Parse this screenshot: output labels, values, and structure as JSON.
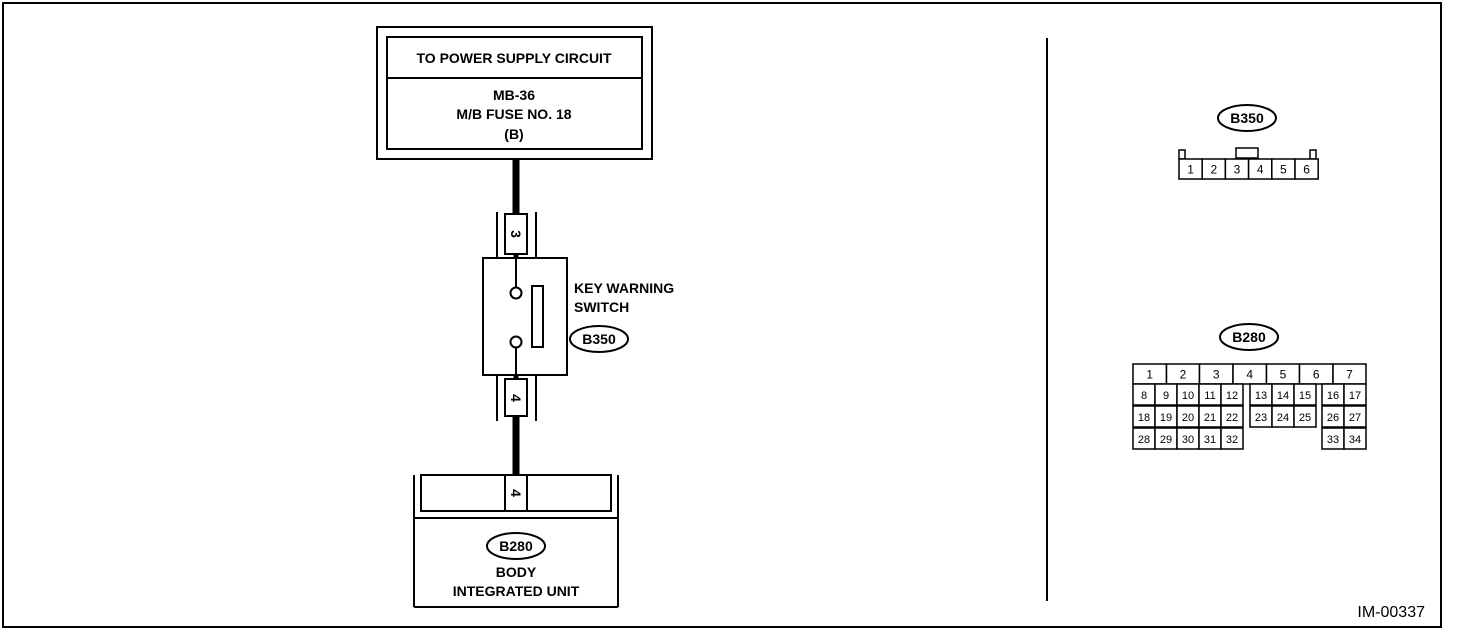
{
  "power_block": {
    "header": "TO POWER SUPPLY CIRCUIT",
    "line1": "MB-36",
    "line2": "M/B FUSE NO. 18",
    "line3": "(B)"
  },
  "switch": {
    "label_line1": "KEY WARNING",
    "label_line2": "SWITCH",
    "connector": "B350",
    "top_terminal": "3",
    "bottom_terminal": "4"
  },
  "unit": {
    "connector": "B280",
    "terminal": "4",
    "line1": "BODY",
    "line2": "INTEGRATED UNIT"
  },
  "b350_face": {
    "connector": "B350",
    "pins": [
      "1",
      "2",
      "3",
      "4",
      "5",
      "6"
    ]
  },
  "b280_face": {
    "connector": "B280",
    "row1": [
      "1",
      "2",
      "3",
      "4",
      "5",
      "6",
      "7"
    ],
    "row2": [
      "8",
      "9",
      "10",
      "11",
      "12",
      "13",
      "14",
      "15",
      "16",
      "17"
    ],
    "row3": [
      "18",
      "19",
      "20",
      "21",
      "22",
      "23",
      "24",
      "25",
      "26",
      "27"
    ],
    "row4": [
      "28",
      "29",
      "30",
      "31",
      "32",
      "33",
      "34"
    ]
  },
  "figure_id": "IM-00337"
}
